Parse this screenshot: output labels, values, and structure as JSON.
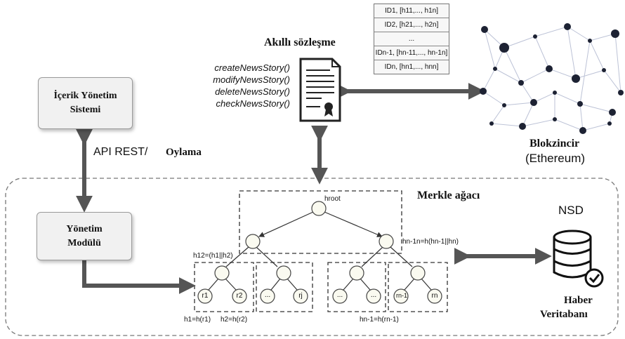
{
  "cms": {
    "line1": "İçerik Yönetim",
    "line2": "Sistemi"
  },
  "management": {
    "line1": "Yönetim",
    "line2": "Modülü"
  },
  "api_label": "API REST/",
  "voting_label": "Oylama",
  "smart_contract": {
    "title": "Akıllı sözleşme",
    "methods": [
      "createNewsStory()",
      "modifyNewsStory()",
      "deleteNewsStory()",
      "checkNewsStory()"
    ]
  },
  "id_table": {
    "rows": [
      "ID1, [h11,..., h1n]",
      "ID2, [h21,..., h2n]",
      "...",
      "IDn-1, [hn-11,..., hn-1n]",
      "IDn, [hn1,..., hnn]"
    ]
  },
  "blockchain": {
    "title": "Blokzincir",
    "subtitle": "(Ethereum)"
  },
  "merkle": {
    "title": "Merkle ağacı",
    "root": "hroot",
    "left_hash": "h12=(h1||h2)",
    "right_hash": "hn-1n=h(hn-1||hn)",
    "leaves": [
      "r1",
      "r2",
      "...",
      "rj",
      "...",
      "...",
      "rn-1",
      "rn"
    ],
    "bottom_left_1": "h1=h(r1)",
    "bottom_left_2": "h2=h(r2)",
    "bottom_right": "hn-1=h(rn-1)"
  },
  "nsd": "NSD",
  "news_db": {
    "line1": "Haber",
    "line2": "Veritabanı"
  }
}
